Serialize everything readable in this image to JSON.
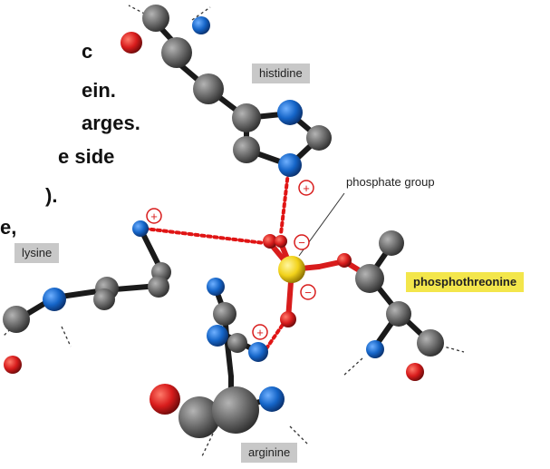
{
  "text_fragments": [
    "c",
    "ein.",
    "arges.",
    "e side",
    ").",
    "e,"
  ],
  "labels": {
    "histidine": "histidine",
    "phosphate_group": "phosphate group",
    "lysine": "lysine",
    "phosphothreonine": "phosphothreonine",
    "arginine": "arginine"
  },
  "charges": {
    "positive": "+",
    "negative": "−"
  },
  "colors": {
    "carbon": "#6e6e6e",
    "nitrogen": "#1565c8",
    "oxygen": "#d81c1c",
    "phosphorus": "#f2d21a",
    "bond": "#1a1a1a",
    "phospho_bond": "#d81c1c",
    "ionic_bond": "#e01515",
    "label_grey": "#c8c8c8",
    "label_yellow": "#f3e64b"
  }
}
